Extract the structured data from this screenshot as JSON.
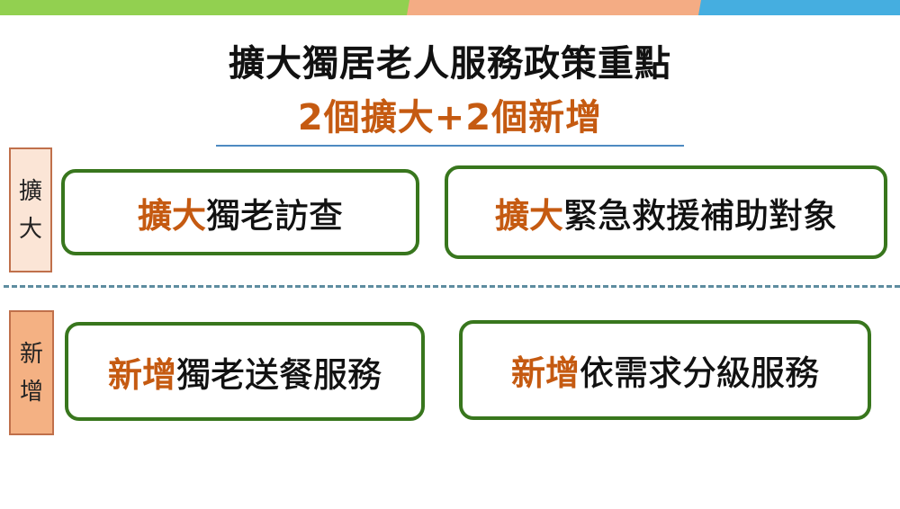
{
  "top_bar": {
    "colors": [
      "#92d050",
      "#f4ac84",
      "#45aee0"
    ]
  },
  "header": {
    "title": "擴大獨居老人服務政策重點",
    "subtitle": "2個擴大+2個新增"
  },
  "sections": [
    {
      "label_chars": [
        "擴",
        "大"
      ],
      "items": [
        {
          "highlight": "擴大",
          "text": "獨老訪查"
        },
        {
          "highlight": "擴大",
          "text": "緊急救援補助對象"
        }
      ]
    },
    {
      "label_chars": [
        "新",
        "增"
      ],
      "items": [
        {
          "highlight": "新增",
          "text": "獨老送餐服務"
        },
        {
          "highlight": "新增",
          "text": "依需求分級服務"
        }
      ]
    }
  ],
  "colors": {
    "accent_orange": "#c55a11",
    "box_border_green": "#38761d",
    "tab_expand_fill": "#fbe5d6",
    "tab_add_fill": "#f4b183",
    "divider_blue": "#2e75b6"
  }
}
